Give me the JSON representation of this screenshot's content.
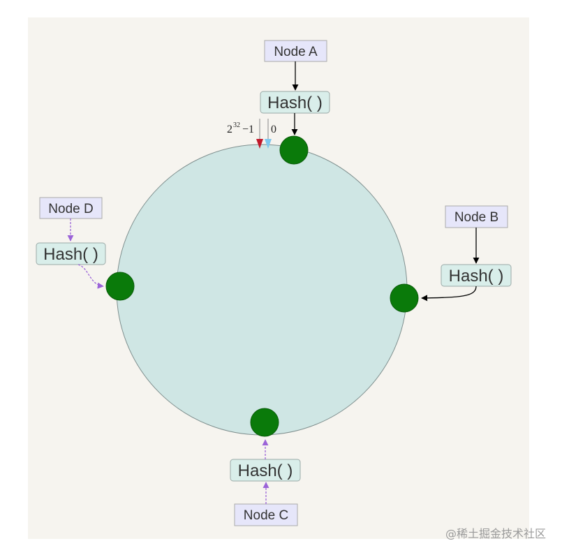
{
  "diagram": {
    "nodes": {
      "a": {
        "label": "Node A",
        "hash": "Hash( )"
      },
      "b": {
        "label": "Node B",
        "hash": "Hash( )"
      },
      "c": {
        "label": "Node C",
        "hash": "Hash( )"
      },
      "d": {
        "label": "Node D",
        "hash": "Hash( )"
      }
    },
    "ring": {
      "max_base": "2",
      "max_exp": "32",
      "max_suffix": "−1",
      "zero": "0"
    }
  },
  "watermark": "@稀土掘金技术社区",
  "colors": {
    "background": "#f6f4ef",
    "ring_fill": "#cfe6e4",
    "ring_stroke": "#7f8f8e",
    "point_fill": "#0a7a0a",
    "node_box": "#e6e6fa",
    "hash_box": "#d9eeea",
    "solid_arrow": "#000000",
    "dashed_arrow": "#9b63d8",
    "marker_max": "#c0182a",
    "marker_zero": "#7ec7ee"
  }
}
